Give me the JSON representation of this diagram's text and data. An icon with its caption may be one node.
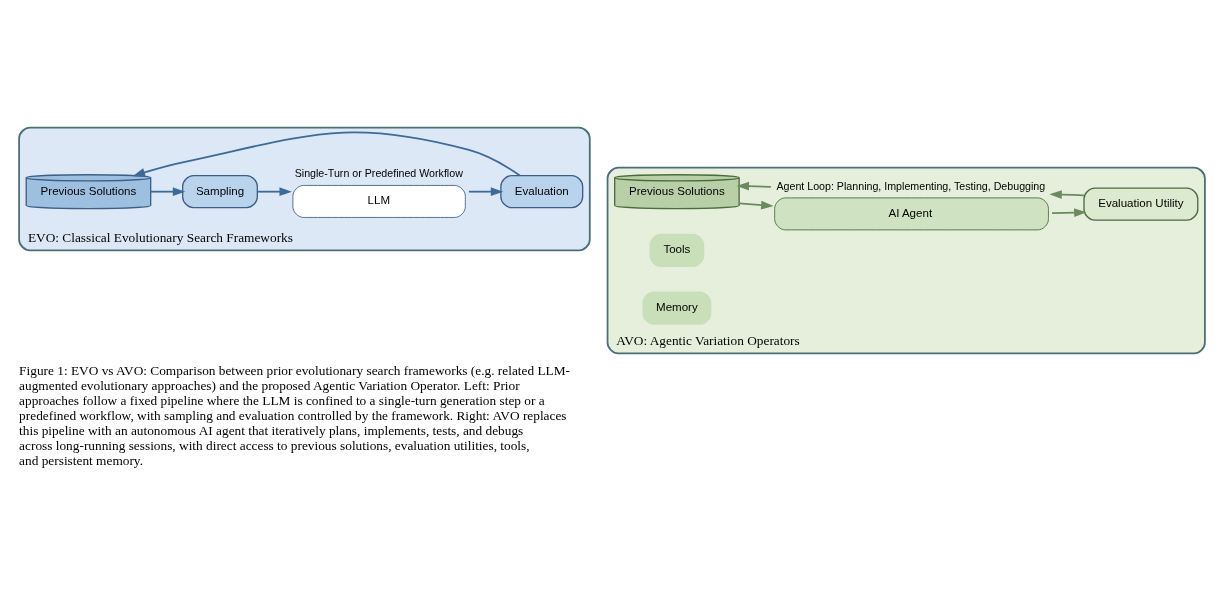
{
  "diagram": {
    "caption": "Figure 1: EVO vs AVO: Comparison between prior evolutionary search frameworks (e.g. related LLM-augmented evolutionary approaches) and the proposed Agentic Variation Operator. Left: Prior approaches follow a fixed pipeline where the LLM is confined to a single-turn generation step or a predefined workflow, with sampling and evaluation controlled by the framework. Right: AVO replaces this pipeline with an autonomous AI agent that iteratively plans, implements, tests, and debugs across long-running sessions, with direct access to previous solutions, evaluation utilities, tools, and persistent memory.",
    "nodes": [
      {
        "text": [
          "EVO: Classical Evolutionary Search Frameworks"
        ]
      },
      {
        "text": [
          "Previous Solutions"
        ],
        "in": 0
      },
      {
        "text": [
          "Sampling"
        ],
        "in": 0
      },
      {
        "text": [
          "LLM"
        ],
        "in": 0,
        "beside": [
          "Single-Turn or Predefined Workflow"
        ]
      },
      {
        "text": [
          "Evaluation"
        ],
        "in": 0
      },
      {
        "text": [
          "AVO: Agentic Variation Operators"
        ]
      },
      {
        "text": [
          "Previous Solutions"
        ],
        "in": 5
      },
      {
        "text": [
          "AI Agent"
        ],
        "in": 5,
        "beside": [
          "Agent Loop: Planning, Implementing, Testing, Debugging"
        ]
      },
      {
        "text": [
          "Evaluation Utility"
        ],
        "in": 5
      },
      {
        "text": [
          "Tools"
        ],
        "in": 5
      },
      {
        "text": [
          "Memory"
        ],
        "in": 5
      }
    ],
    "edges": [
      {
        "from": 1,
        "to": 2,
        "arrow": "to"
      },
      {
        "from": 2,
        "to": 3,
        "arrow": "to"
      },
      {
        "from": 3,
        "to": 4,
        "arrow": "to"
      },
      {
        "from": 4,
        "to": 1,
        "arrow": "to"
      },
      {
        "from": 7,
        "to": 6,
        "arrow": "to",
        "color": "#6b8a5e"
      },
      {
        "from": 6,
        "to": 7,
        "arrow": "to",
        "color": "#6b8a5e"
      },
      {
        "from": 7,
        "to": 8,
        "arrow": "to",
        "color": "#6b8a5e"
      },
      {
        "from": 8,
        "to": 7,
        "arrow": "to",
        "color": "#6b8a5e"
      }
    ]
  }
}
